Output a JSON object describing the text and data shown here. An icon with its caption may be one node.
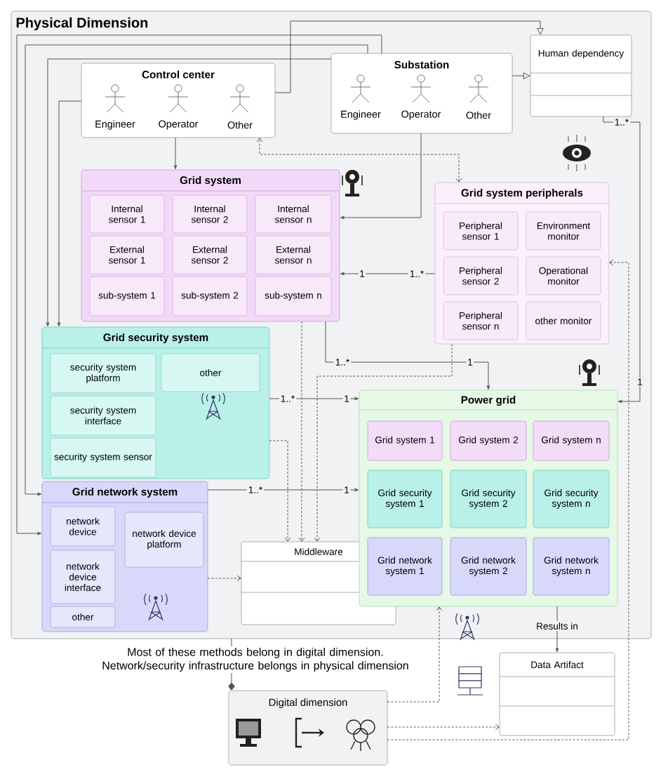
{
  "diagram": {
    "nodes": [
      {
        "text": [
          "Physical Dimension"
        ]
      },
      {
        "text": [
          "Control center",
          "Engineer",
          "Operator",
          "Other"
        ],
        "in": 0
      },
      {
        "text": [
          "Substation",
          "Engineer",
          "Operator",
          "Other"
        ],
        "in": 0
      },
      {
        "text": [
          "Human dependency"
        ],
        "in": 0
      },
      {
        "text": [
          "Grid system"
        ],
        "in": 0
      },
      {
        "text": [
          "Internal sensor 1"
        ],
        "in": 4
      },
      {
        "text": [
          "Internal sensor 2"
        ],
        "in": 4
      },
      {
        "text": [
          "Internal sensor n"
        ],
        "in": 4
      },
      {
        "text": [
          "External sensor 1"
        ],
        "in": 4
      },
      {
        "text": [
          "External sensor 2"
        ],
        "in": 4
      },
      {
        "text": [
          "External sensor n"
        ],
        "in": 4
      },
      {
        "text": [
          "sub-system 1"
        ],
        "in": 4
      },
      {
        "text": [
          "sub-system 2"
        ],
        "in": 4
      },
      {
        "text": [
          "sub-system n"
        ],
        "in": 4
      },
      {
        "text": [
          "Grid system peripherals"
        ],
        "in": 0
      },
      {
        "text": [
          "Peripheral sensor 1"
        ],
        "in": 14
      },
      {
        "text": [
          "Environment monitor"
        ],
        "in": 14
      },
      {
        "text": [
          "Peripheral sensor 2"
        ],
        "in": 14
      },
      {
        "text": [
          "Operational monitor"
        ],
        "in": 14
      },
      {
        "text": [
          "Peripheral sensor n"
        ],
        "in": 14
      },
      {
        "text": [
          "other monitor"
        ],
        "in": 14
      },
      {
        "text": [
          "Grid security system"
        ],
        "in": 0
      },
      {
        "text": [
          "security system platform"
        ],
        "in": 21
      },
      {
        "text": [
          "other"
        ],
        "in": 21
      },
      {
        "text": [
          "security system interface"
        ],
        "in": 21
      },
      {
        "text": [
          "security system sensor"
        ],
        "in": 21
      },
      {
        "text": [
          "Grid network system"
        ],
        "in": 0
      },
      {
        "text": [
          "network device"
        ],
        "in": 26
      },
      {
        "text": [
          "network device platform"
        ],
        "in": 26
      },
      {
        "text": [
          "network device interface"
        ],
        "in": 26
      },
      {
        "text": [
          "other"
        ],
        "in": 26
      },
      {
        "text": [
          "Middleware"
        ],
        "in": 0
      },
      {
        "text": [
          "Power grid"
        ],
        "in": 0
      },
      {
        "text": [
          "Grid system 1"
        ],
        "in": 32
      },
      {
        "text": [
          "Grid system 2"
        ],
        "in": 32
      },
      {
        "text": [
          "Grid system n"
        ],
        "in": 32
      },
      {
        "text": [
          "Grid security system 1"
        ],
        "in": 32
      },
      {
        "text": [
          "Grid security system 2"
        ],
        "in": 32
      },
      {
        "text": [
          "Grid security system n"
        ],
        "in": 32
      },
      {
        "text": [
          "Grid network system 1"
        ],
        "in": 32
      },
      {
        "text": [
          "Grid network system 2"
        ],
        "in": 32
      },
      {
        "text": [
          "Grid network system n"
        ],
        "in": 32
      },
      {
        "text": [
          "Data Artifact"
        ]
      },
      {
        "text": [
          "Digital dimension"
        ]
      }
    ],
    "edges": [
      {
        "from": 1,
        "to": 3,
        "arrow": "to"
      },
      {
        "from": 2,
        "to": 3,
        "arrow": "to"
      },
      {
        "from": 3,
        "to": 32,
        "arrow": "to",
        "label": "1..*"
      },
      {
        "from": 1,
        "to": 4,
        "arrow": "to"
      },
      {
        "from": 2,
        "to": 4,
        "arrow": "to"
      },
      {
        "from": 14,
        "to": 1,
        "arrow": "both",
        "style": "dashed"
      },
      {
        "from": 14,
        "to": 4,
        "arrow": "to",
        "label": "1..*"
      },
      {
        "from": 4,
        "to": 32,
        "arrow": "to",
        "label": "1..*"
      },
      {
        "from": 21,
        "to": 32,
        "arrow": "to",
        "label": "1..*"
      },
      {
        "from": 26,
        "to": 32,
        "arrow": "to",
        "label": "1..*"
      },
      {
        "from": 1,
        "to": 21,
        "arrow": "to"
      },
      {
        "from": 2,
        "to": 21,
        "arrow": "to"
      },
      {
        "from": 2,
        "to": 26,
        "arrow": "to"
      },
      {
        "from": 2,
        "to": 26,
        "arrow": "to"
      },
      {
        "from": 4,
        "to": 31,
        "arrow": "to",
        "style": "dashed"
      },
      {
        "from": 21,
        "to": 31,
        "arrow": "to",
        "style": "dashed"
      },
      {
        "from": 14,
        "to": 31,
        "arrow": "to",
        "style": "dashed"
      },
      {
        "from": 26,
        "to": 31,
        "arrow": "to",
        "style": "dashed"
      },
      {
        "from": 32,
        "to": 42,
        "arrow": "to",
        "label": "Results in"
      },
      {
        "from": 43,
        "to": 32,
        "arrow": "to",
        "style": "dashed"
      },
      {
        "from": 43,
        "to": 42,
        "arrow": "to",
        "style": "dashed"
      },
      {
        "from": 43,
        "to": 14,
        "arrow": "to",
        "style": "dashed"
      },
      {
        "from": 0,
        "to": 43,
        "arrow": "other",
        "label": "Most of these methods belong in digital dimension. Network/security infrastructure belongs in physical dimension"
      }
    ],
    "labels": [
      "1",
      "1",
      "1",
      "1",
      "1"
    ]
  }
}
